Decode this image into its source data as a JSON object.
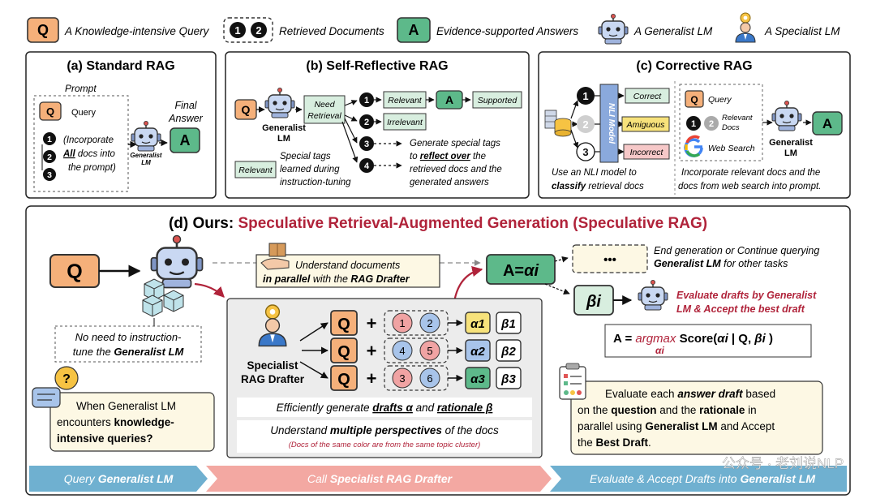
{
  "legend": {
    "q_glyph": "Q",
    "query": "A Knowledge-intensive Query",
    "doc1": "1",
    "doc2": "2",
    "docs": "Retrieved Documents",
    "a_glyph": "A",
    "answers": "Evidence-supported Answers",
    "generalist": "A Generalist LM",
    "specialist": "A Specialist LM"
  },
  "panel_a": {
    "title": "(a) Standard RAG",
    "prompt_label": "Prompt",
    "query_label": "Query",
    "note_1": "(Incorporate",
    "note_2a": "All",
    "note_2b": " docs into",
    "note_3": "the prompt)",
    "generalist_caption_1": "Generalist",
    "generalist_caption_2": "LM",
    "final_answer_1": "Final",
    "final_answer_2": "Answer"
  },
  "panel_b": {
    "title": "(b) Self-Reflective RAG",
    "need_retrieval_1": "Need",
    "need_retrieval_2": "Retrieval",
    "generalist_caption_1": "Generalist",
    "generalist_caption_2": "LM",
    "relevant": "Relevant",
    "supported": "Supported",
    "irrelevant": "Irrelevant",
    "tag_relevant": "Relevant",
    "special_tags_1": "Special tags",
    "special_tags_2": "learned during",
    "special_tags_3": "instruction-tuning",
    "generate_1": "Generate special tags",
    "generate_2a": "to ",
    "generate_2b": "reflect over",
    "generate_2c": " the",
    "generate_3": "retrieved docs and the",
    "generate_4": "generated answers"
  },
  "panel_c": {
    "title": "(c) Corrective RAG",
    "nli_model": "NLI Model",
    "correct": "Correct",
    "ambiguous": "Amiguous",
    "incorrect": "Incorrect",
    "query_label": "Query",
    "relevant_docs_1": "Relevant",
    "relevant_docs_2": "Docs",
    "web_search": "Web Search",
    "generalist_caption_1": "Generalist",
    "generalist_caption_2": "LM",
    "use_nli_1": "Use an NLI model to",
    "use_nli_2a": "classify",
    "use_nli_2b": " retrieval docs",
    "incorporate_1": "Incorporate relevant docs and the",
    "incorporate_2": "docs from web search into prompt."
  },
  "panel_d": {
    "title_prefix": "(d) Ours: ",
    "title_main": "Speculative Retrieval-Augmented Generation (Speculative RAG)",
    "understand_1": "Understand documents",
    "understand_2a": "in parallel",
    "understand_2b": " with the ",
    "understand_2c": "RAG Drafter",
    "a_equals": "A=",
    "alpha_i": "αi",
    "ellipsis": "•••",
    "end_gen_1": "End generation or Continue querying",
    "end_gen_2a": "Generalist LM",
    "end_gen_2b": " for other tasks",
    "beta_i": "βi",
    "evaluate_red_1": "Evaluate drafts by Generalist",
    "evaluate_red_2": "LM & Accept the best draft",
    "no_need_1": "No need to instruction-",
    "no_need_2a": "tune the ",
    "no_need_2b": "Generalist LM",
    "question_mark": "?",
    "when_1": "When Generalist LM",
    "when_2a": "encounters ",
    "when_2b": "knowledge-",
    "when_3": "intensive queries?",
    "specialist_1": "Specialist",
    "specialist_2": "RAG Drafter",
    "rows": [
      {
        "q": "Q",
        "plus": "+",
        "d1": "1",
        "d2": "2",
        "alpha": "α1",
        "beta": "β1"
      },
      {
        "q": "Q",
        "plus": "+",
        "d1": "4",
        "d2": "5",
        "alpha": "α2",
        "beta": "β2"
      },
      {
        "q": "Q",
        "plus": "+",
        "d1": "3",
        "d2": "6",
        "alpha": "α3",
        "beta": "β3"
      }
    ],
    "efficient_a": "Efficiently generate ",
    "efficient_b": "drafts α",
    "efficient_c": " and ",
    "efficient_d": "rationale β",
    "perspectives_a": "Understand ",
    "perspectives_b": "multiple perspectives",
    "perspectives_c": " of the docs",
    "cluster_note": "(Docs of the same color are from the same topic cluster)",
    "formula_a": "A = ",
    "formula_argmax": "argmax",
    "formula_score": " Score(",
    "formula_alpha": "αi",
    "formula_bar": " | Q, ",
    "formula_beta": "βi",
    "formula_close": " )",
    "formula_sub": "αi",
    "eval_1a": "Evaluate each ",
    "eval_1b": "answer draft",
    "eval_1c": " based",
    "eval_2a": "on the ",
    "eval_2b": "question",
    "eval_2c": " and the ",
    "eval_2d": "rationale",
    "eval_2e": " in",
    "eval_3a": "parallel using ",
    "eval_3b": "Generalist LM",
    "eval_3c": " and Accept",
    "eval_4a": "the ",
    "eval_4b": "Best Draft",
    "eval_4c": "."
  },
  "stages": {
    "s1a": "Query ",
    "s1b": "Generalist LM",
    "s2a": "Call ",
    "s2b": "Specialist RAG Drafter",
    "s3a": "Evaluate & Accept Drafts into ",
    "s3b": "Generalist LM"
  },
  "watermark": "公众号 · 老刘说NLP",
  "colors": {
    "query_orange": "#f5b07a",
    "answer_green": "#5db98a",
    "title_red": "#b0233a",
    "relevant_green": "#d8eedf",
    "ambiguous_yellow": "#f7e27b",
    "incorrect_pink": "#f6c8c8",
    "nli_blue": "#8aa9dc",
    "doc_red": "#f0a3a3",
    "doc_blue": "#a8c4ea",
    "panel_gray": "#ececec",
    "note_yellow": "#fdf8e4",
    "stage_blue": "#6fb0d0",
    "stage_pink": "#f3a8a2"
  }
}
